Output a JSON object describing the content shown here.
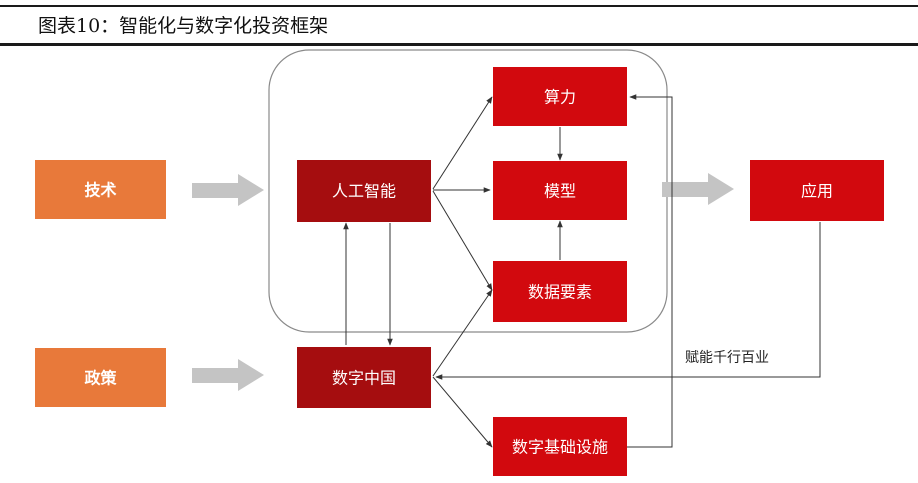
{
  "header": {
    "figure_title": "图表10：智能化与数字化投资框架"
  },
  "nodes": {
    "tech": "技术",
    "policy": "政策",
    "ai": "人工智能",
    "compute": "算力",
    "model": "模型",
    "data_elements": "数据要素",
    "application": "应用",
    "digital_china": "数字中国",
    "digital_infra": "数字基础设施"
  },
  "annotations": {
    "empower": "赋能千行百业"
  },
  "colors": {
    "orange": "#E8793A",
    "red": "#D2090E",
    "dark_red": "#A50D0F",
    "grey_arrow": "#C4C4C4",
    "line": "#333333"
  }
}
